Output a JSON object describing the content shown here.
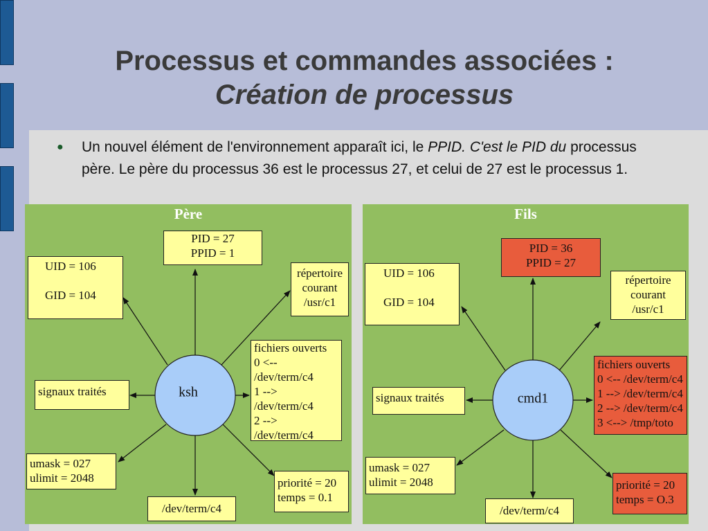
{
  "slide": {
    "title_line1": "Processus et commandes associées :",
    "title_line2": "Création de processus",
    "bullet_part1": "Un nouvel élément de l'environnement apparaît ici, le ",
    "bullet_italic": "PPID. C'est le PID du",
    "bullet_part2": " processus père. Le père du processus 36 est le processus 27, et celui de 27 est le processus 1."
  },
  "pere": {
    "title": "Père",
    "process": "ksh",
    "pid_box": "PID = 27\nPPID = 1",
    "uid_box": "UID = 106\n\nGID = 104",
    "repertoire_box": "répertoire\ncourant\n/usr/c1",
    "fichiers_box": "fichiers ouverts\n0 <--\n/dev/term/c4\n1 -->\n/dev/term/c4\n2 -->\n/dev/term/c4",
    "signaux_box": "signaux traités",
    "umask_box": "umask = 027\nulimit = 2048",
    "term_box": "/dev/term/c4",
    "priorite_box": "priorité = 20\ntemps = 0.1"
  },
  "fils": {
    "title": "Fils",
    "process": "cmd1",
    "pid_box": "PID = 36\nPPID = 27",
    "uid_box": "UID = 106\n\nGID = 104",
    "repertoire_box": "répertoire\ncourant\n/usr/c1",
    "fichiers_box": "fichiers ouverts\n0 <-- /dev/term/c4\n1 --> /dev/term/c4\n2 --> /dev/term/c4\n3 <--> /tmp/toto",
    "signaux_box": "signaux traités",
    "umask_box": "umask = 027\nulimit = 2048",
    "term_box": "/dev/term/c4",
    "priorite_box": "priorité = 20\ntemps = O.3"
  },
  "colors": {
    "background": "#b7bdd8",
    "panel": "#92be60",
    "box": "#ffff9c",
    "changed_box": "#e85c3c",
    "circle": "#a9cdf9"
  }
}
